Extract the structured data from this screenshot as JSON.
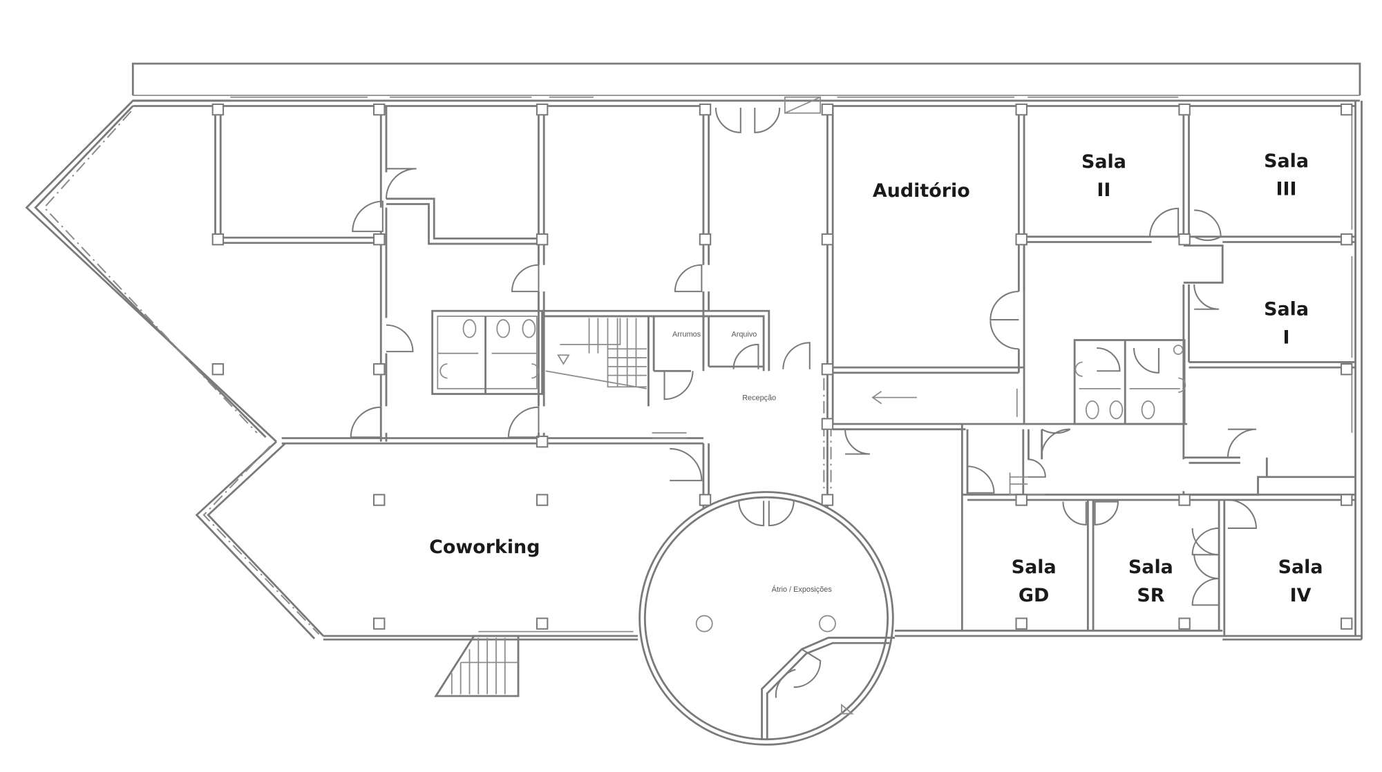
{
  "plan": {
    "title": "Floor plan",
    "rooms": [
      {
        "id": "auditorio",
        "lines": [
          "Auditório"
        ]
      },
      {
        "id": "sala-ii",
        "lines": [
          "Sala",
          "II"
        ]
      },
      {
        "id": "sala-iii",
        "lines": [
          "Sala",
          "III"
        ]
      },
      {
        "id": "sala-i",
        "lines": [
          "Sala",
          "I"
        ]
      },
      {
        "id": "coworking",
        "lines": [
          "Coworking"
        ]
      },
      {
        "id": "sala-gd",
        "lines": [
          "Sala",
          "GD"
        ]
      },
      {
        "id": "sala-sr",
        "lines": [
          "Sala",
          "SR"
        ]
      },
      {
        "id": "sala-iv",
        "lines": [
          "Sala",
          "IV"
        ]
      }
    ],
    "small_labels": {
      "arrumos": "Arrumos",
      "arquivo": "Arquivo",
      "recepcao": "Recepção",
      "atrio": "Átrio / Exposições"
    }
  }
}
